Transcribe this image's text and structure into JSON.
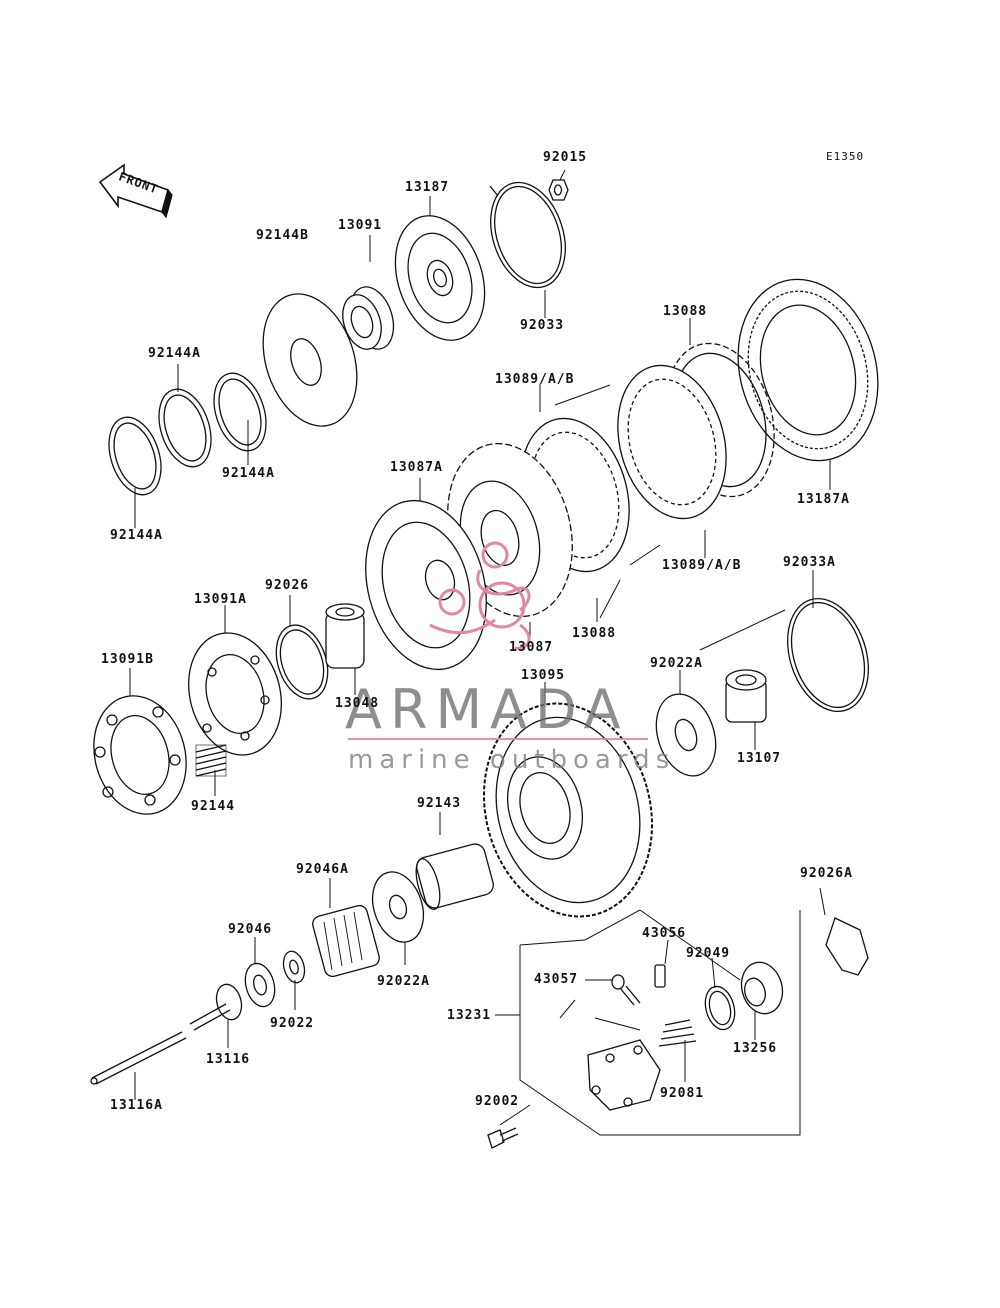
{
  "diagram_code": "E1350",
  "front_label": "FRONT",
  "watermark": {
    "brand": "ARMADA",
    "tagline": "marine outboards",
    "accent_color": "#e287a0",
    "text_color": "#6e6e6e"
  },
  "labels": {
    "p92015": "92015",
    "p13187": "13187",
    "p13091": "13091",
    "p92144B": "92144B",
    "p92033": "92033",
    "p92144A_1": "92144A",
    "p92144A_2": "92144A",
    "p92144A_3": "92144A",
    "p13088_top": "13088",
    "p13089AB_top": "13089/A/B",
    "p13187A": "13187A",
    "p13087A": "13087A",
    "p13089AB_bot": "13089/A/B",
    "p92026": "92026",
    "p13091A": "13091A",
    "p92033A": "92033A",
    "p13088_bot": "13088",
    "p13087": "13087",
    "p13091B": "13091B",
    "p13048": "13048",
    "p13095": "13095",
    "p92022A_1": "92022A",
    "p13107": "13107",
    "p92144": "92144",
    "p92143": "92143",
    "p92046A": "92046A",
    "p92026A": "92026A",
    "p92046": "92046",
    "p43056": "43056",
    "p92049": "92049",
    "p43057": "43057",
    "p92022A_2": "92022A",
    "p13231": "13231",
    "p92022": "92022",
    "p13256": "13256",
    "p13116": "13116",
    "p92081": "92081",
    "p92002": "92002",
    "p13116A": "13116A"
  }
}
